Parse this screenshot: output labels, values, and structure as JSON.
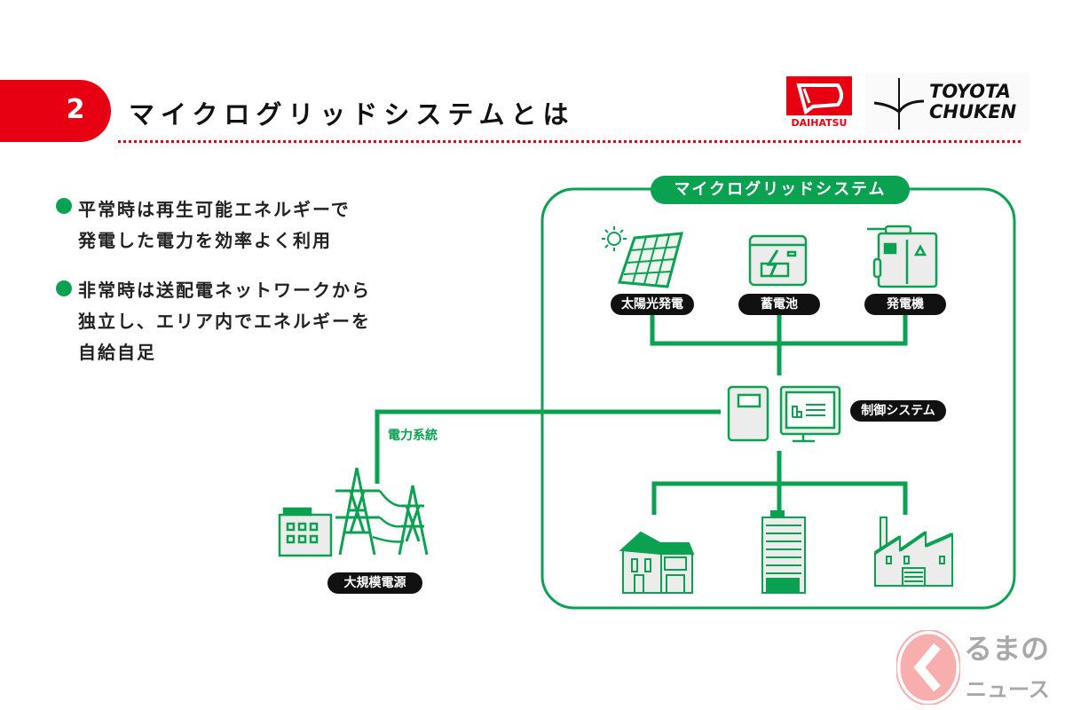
{
  "header": {
    "section_number": "2",
    "title": "マイクログリッドシステムとは",
    "logos": [
      {
        "name": "DAIHATSU",
        "text": "DAIHATSU"
      },
      {
        "name": "TOYOTA CHUKEN",
        "text_line1": "TOYOTA",
        "text_line2": "CHUKEN"
      }
    ]
  },
  "bullets": [
    {
      "lines": [
        "平常時は再生可能エネルギーで",
        "発電した電力を効率よく利用"
      ]
    },
    {
      "lines": [
        "非常時は送配電ネットワークから",
        "独立し、エリア内でエネルギーを",
        "自給自足"
      ]
    }
  ],
  "diagram": {
    "system_title": "マイクログリッドシステム",
    "sources": [
      {
        "label": "太陽光発電",
        "icon": "solar-panel-icon"
      },
      {
        "label": "蓄電池",
        "icon": "battery-icon"
      },
      {
        "label": "発電機",
        "icon": "generator-icon"
      }
    ],
    "control_label": "制御システム",
    "grid_label": "電力系統",
    "power_plant_label": "大規模電源",
    "consumers": [
      "house-icon",
      "office-building-icon",
      "factory-icon"
    ]
  },
  "watermark": {
    "line1": "るまの",
    "line2": "ニュース"
  },
  "colors": {
    "accent_red": "#e60012",
    "accent_green": "#0aa150",
    "label_bg": "#111111"
  }
}
